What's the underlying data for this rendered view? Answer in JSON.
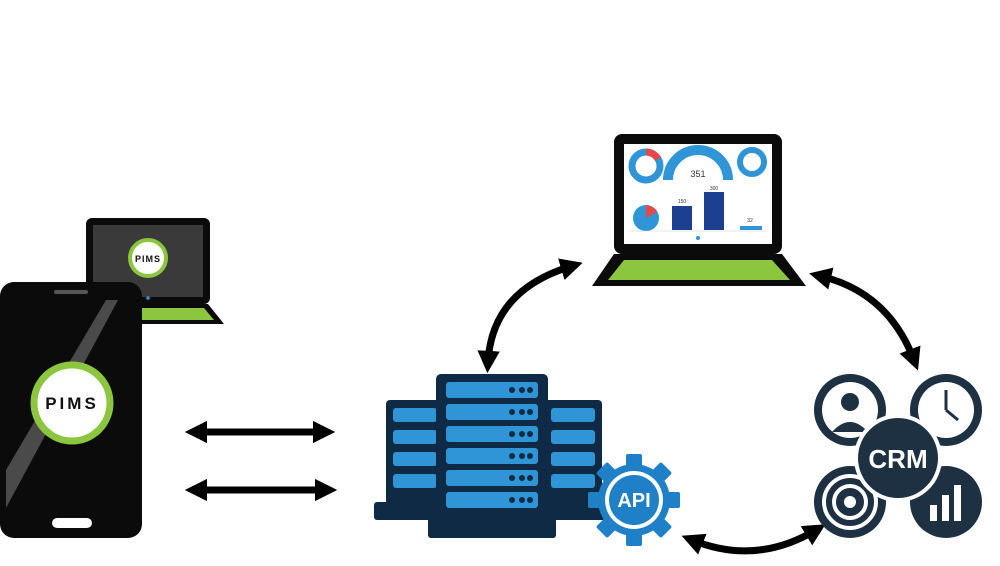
{
  "colors": {
    "device_black": "#0b0b0b",
    "screen_dark": "#2b2b2b",
    "accent_green": "#8cc63f",
    "server_dark": "#0f2a44",
    "server_blue": "#2f95d6",
    "gear_blue": "#1f7fc7",
    "crm_navy": "#1d3142",
    "arrow": "#000000"
  },
  "phone": {
    "logo_text": "PIMS"
  },
  "small_laptop": {
    "logo_text": "PIMS"
  },
  "dashboard": {
    "gauge_value": "351",
    "bar_value_1": "150",
    "bar_value_2": "300",
    "bar_value_3": "32"
  },
  "api_badge": {
    "label": "API"
  },
  "crm_hub": {
    "label": "CRM"
  },
  "icons": [
    "phone-icon",
    "laptop-icon",
    "server-rack-icon",
    "gear-icon",
    "user-icon",
    "clock-icon",
    "target-icon",
    "bar-chart-icon",
    "double-arrow-icon",
    "curved-arrow-icon"
  ]
}
